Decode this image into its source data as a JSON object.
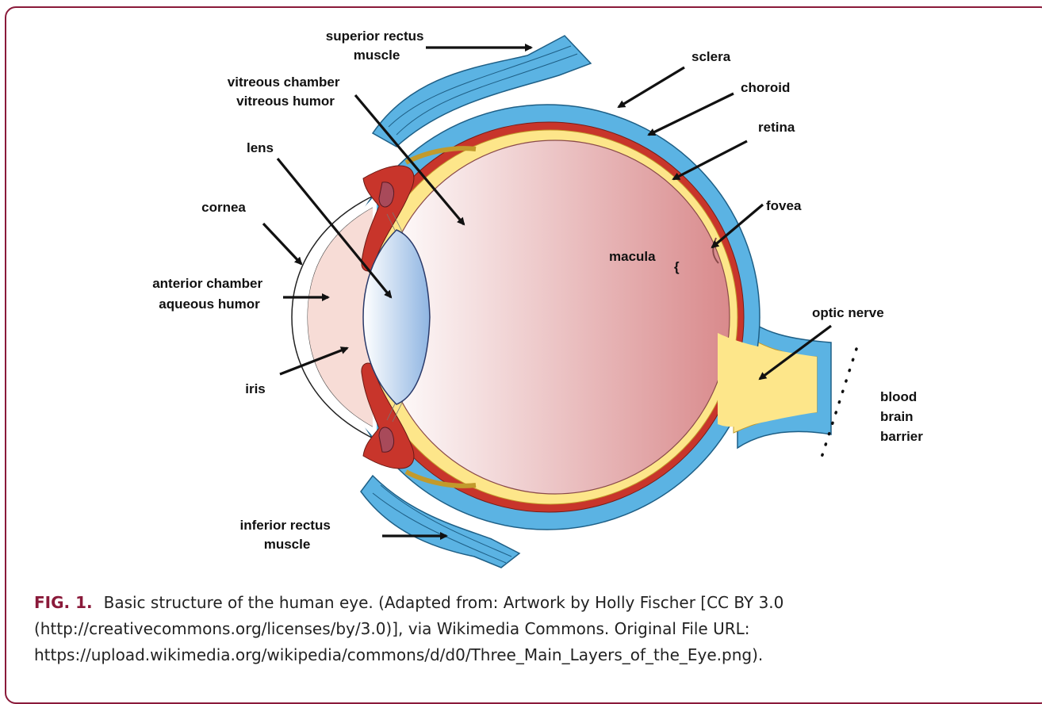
{
  "figure": {
    "labels": {
      "superior_rectus": [
        "superior rectus",
        "muscle"
      ],
      "vitreous": [
        "vitreous chamber",
        "vitreous humor"
      ],
      "lens": [
        "lens"
      ],
      "cornea": [
        "cornea"
      ],
      "anterior_chamber": [
        "anterior chamber",
        "aqueous humor"
      ],
      "iris": [
        "iris"
      ],
      "inferior_rectus": [
        "inferior rectus",
        "muscle"
      ],
      "sclera": [
        "sclera"
      ],
      "choroid": [
        "choroid"
      ],
      "retina": [
        "retina"
      ],
      "fovea": [
        "fovea"
      ],
      "macula": [
        "macula"
      ],
      "optic_nerve": [
        "optic nerve"
      ],
      "blood_brain_barrier": [
        "blood",
        "brain",
        "barrier"
      ]
    },
    "colors": {
      "sclera": "#5bb3e3",
      "choroid": "#c8352b",
      "retina": "#fde68a",
      "vitreous_light": "#ffffff",
      "vitreous_dark": "#d98a8c",
      "lens_light": "#ffffff",
      "lens_dark": "#8fb5e2",
      "anterior": "#f7dcd6",
      "accent": "#8a1a3a"
    }
  },
  "caption": {
    "number": "FIG. 1.",
    "text": "Basic structure of the human eye. (Adapted from: Artwork by Holly Fischer [CC BY 3.0 (http://creativecommons.org/licenses/by/3.0)], via Wikimedia Commons. Original File URL: https://upload.wikimedia.org/wikipedia/commons/d/d0/Three_Main_Layers_of_the_Eye.png)."
  }
}
